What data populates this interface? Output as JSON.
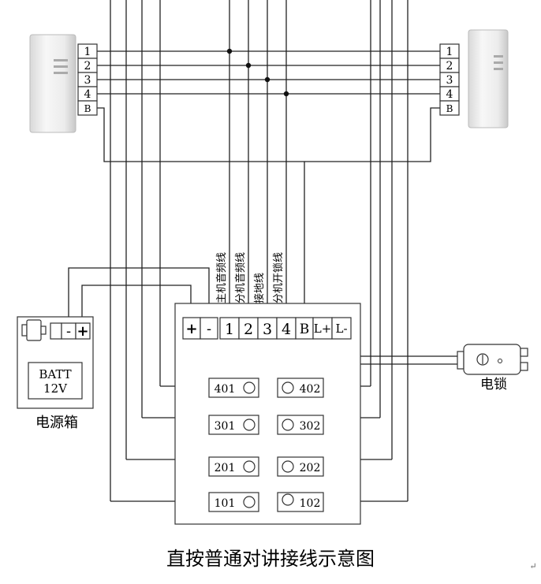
{
  "left_terminals": [
    "1",
    "2",
    "3",
    "4",
    "B"
  ],
  "right_terminals": [
    "1",
    "2",
    "3",
    "4",
    "B"
  ],
  "wire_labels": [
    "主机音频线",
    "分机音频线",
    "接地线",
    "分机开锁线"
  ],
  "main_terminals": [
    "+",
    "-",
    "1",
    "2",
    "3",
    "4",
    "B",
    "L+",
    "L-"
  ],
  "room_buttons_left": [
    "401",
    "301",
    "201",
    "101"
  ],
  "room_buttons_right": [
    "402",
    "302",
    "202",
    "102"
  ],
  "power_box": {
    "terminals": [
      "-",
      "+"
    ],
    "batt_line1": "BATT",
    "batt_line2": "12V",
    "label": "电源箱"
  },
  "lock_label": "电锁",
  "caption": "直按普通对讲接线示意图",
  "corner_mark": "↵"
}
